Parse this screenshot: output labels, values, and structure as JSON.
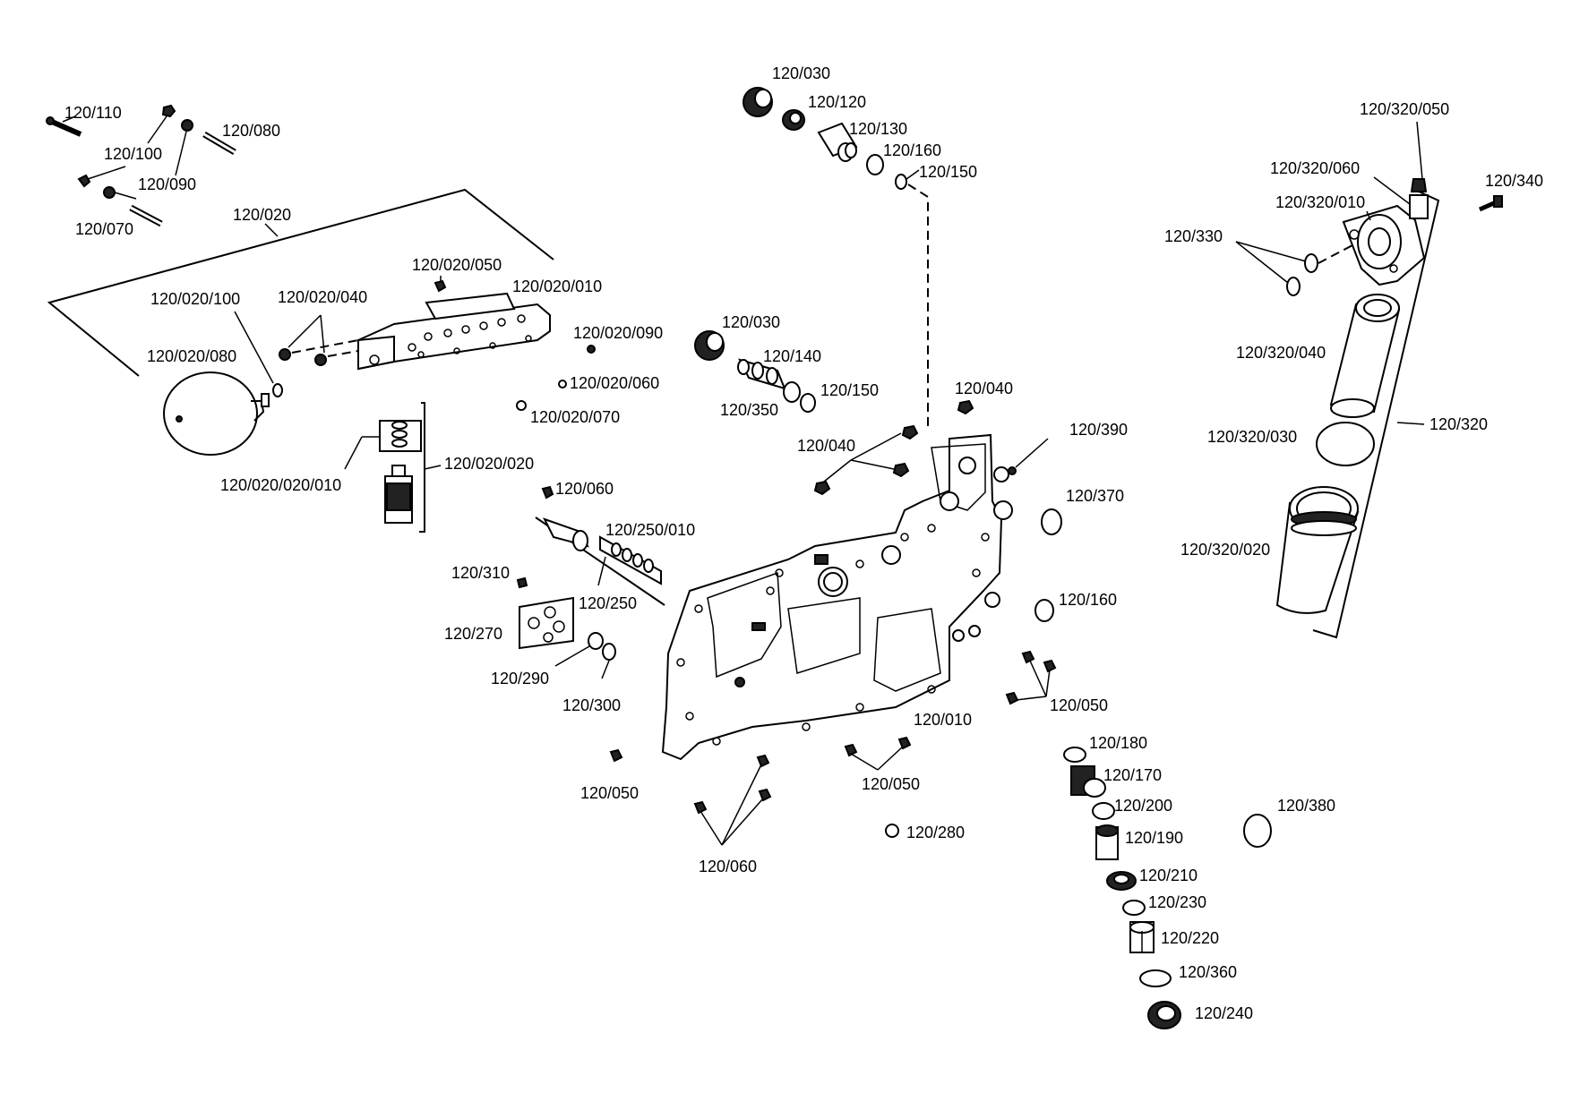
{
  "labels": {
    "l_120_030_a": "120/030",
    "l_120_120": "120/120",
    "l_120_130": "120/130",
    "l_120_160_a": "120/160",
    "l_120_150_a": "120/150",
    "l_120_110": "120/110",
    "l_120_080": "120/080",
    "l_120_100": "120/100",
    "l_120_090": "120/090",
    "l_120_070": "120/070",
    "l_120_020": "120/020",
    "l_120_020_050": "120/020/050",
    "l_120_020_010": "120/020/010",
    "l_120_020_100": "120/020/100",
    "l_120_020_040": "120/020/040",
    "l_120_020_090": "120/020/090",
    "l_120_020_080": "120/020/080",
    "l_120_020_060": "120/020/060",
    "l_120_020_070": "120/020/070",
    "l_120_020_020": "120/020/020",
    "l_120_020_020_010": "120/020/020/010",
    "l_120_030_b": "120/030",
    "l_120_140": "120/140",
    "l_120_150_b": "120/150",
    "l_120_350": "120/350",
    "l_120_040_a": "120/040",
    "l_120_040_b": "120/040",
    "l_120_390": "120/390",
    "l_120_370": "120/370",
    "l_120_160_b": "120/160",
    "l_120_060_a": "120/060",
    "l_120_250_010": "120/250/010",
    "l_120_250": "120/250",
    "l_120_310": "120/310",
    "l_120_270": "120/270",
    "l_120_290": "120/290",
    "l_120_300": "120/300",
    "l_120_010": "120/010",
    "l_120_050_a": "120/050",
    "l_120_050_b": "120/050",
    "l_120_050_c": "120/050",
    "l_120_060_b": "120/060",
    "l_120_280": "120/280",
    "l_120_180": "120/180",
    "l_120_170": "120/170",
    "l_120_200": "120/200",
    "l_120_190": "120/190",
    "l_120_210": "120/210",
    "l_120_230": "120/230",
    "l_120_220": "120/220",
    "l_120_360": "120/360",
    "l_120_240": "120/240",
    "l_120_380": "120/380",
    "l_120_320_050": "120/320/050",
    "l_120_320_060": "120/320/060",
    "l_120_320_010": "120/320/010",
    "l_120_340": "120/340",
    "l_120_330": "120/330",
    "l_120_320_040": "120/320/040",
    "l_120_320_030": "120/320/030",
    "l_120_320": "120/320",
    "l_120_320_020": "120/320/020"
  }
}
